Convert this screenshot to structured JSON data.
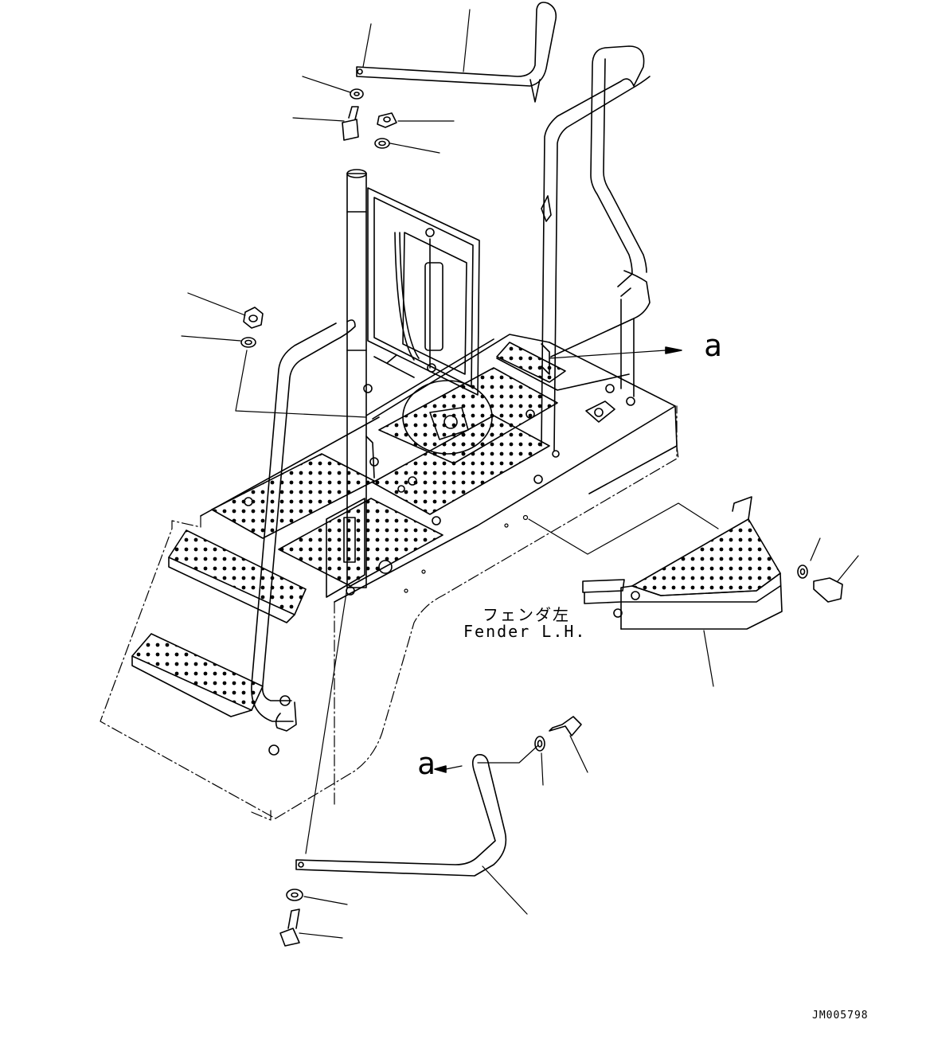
{
  "labels": {
    "ref_a_upper": "a",
    "ref_a_lower": "a",
    "fender_jp": "フェンダ左",
    "fender_en": "Fender L.H.",
    "drawing_id": "JM005798"
  }
}
